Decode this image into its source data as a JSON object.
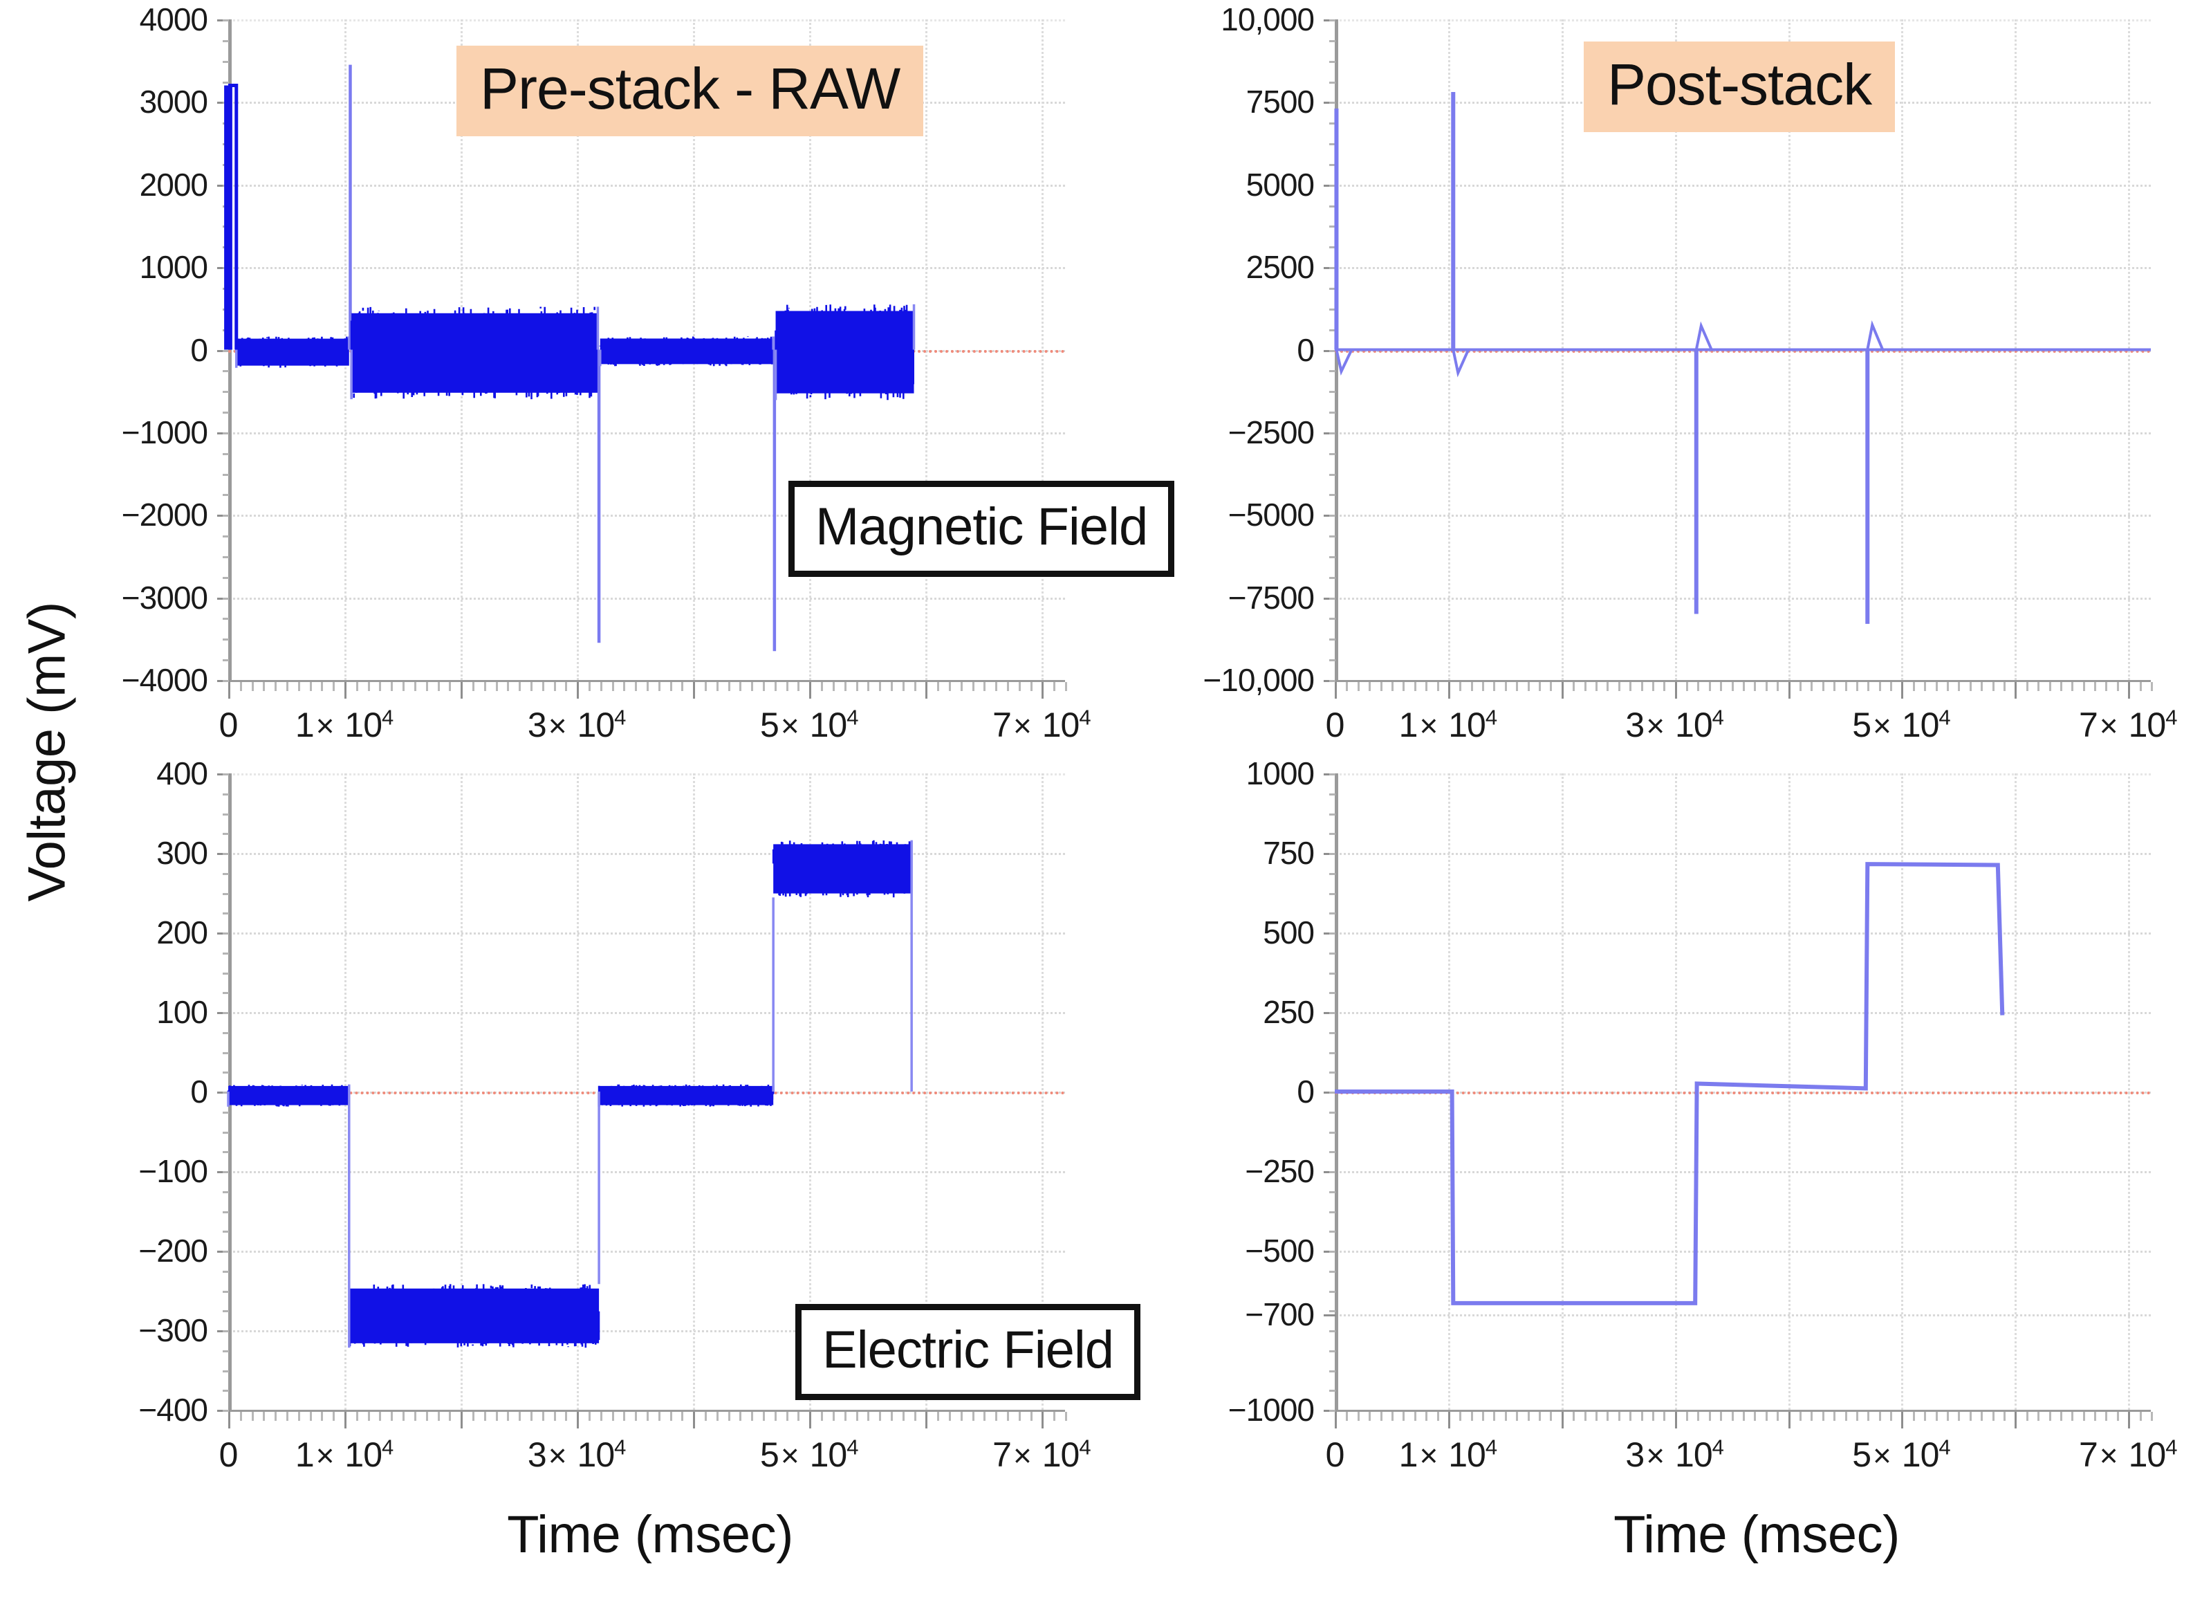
{
  "figure": {
    "ylabel": "Voltage (mV)",
    "xlabel_left": "Time (msec)",
    "xlabel_right": "Time (msec)",
    "accent_chip_color": "#FAD2B0",
    "trace_color_prestack": "#1111E6",
    "trace_color_poststack": "#7B7BEE",
    "zero_line_color": "#F08A7A"
  },
  "column_titles": {
    "left": "Pre-stack - RAW",
    "right": "Post-stack"
  },
  "row_labels": {
    "top": "Magnetic Field",
    "bottom": "Electric Field"
  },
  "xticks": {
    "values": [
      0,
      10000,
      20000,
      30000,
      40000,
      50000,
      60000,
      70000
    ],
    "labels": [
      "0",
      "",
      "1× 10⁴",
      "",
      "3× 10⁴",
      "",
      "5× 10⁴",
      "",
      "7× 10⁴"
    ],
    "labeled": [
      {
        "v": 0,
        "mantissa": "0",
        "show_exp": false
      },
      {
        "v": 10000,
        "mantissa": "1",
        "show_exp": true
      },
      {
        "v": 30000,
        "mantissa": "3",
        "show_exp": true
      },
      {
        "v": 50000,
        "mantissa": "5",
        "show_exp": true
      },
      {
        "v": 70000,
        "mantissa": "7",
        "show_exp": true
      }
    ],
    "exp_base": "10",
    "exp_power": "4",
    "mult_symbol": "×"
  },
  "chart_data": [
    {
      "id": "magnetic-prestack",
      "type": "line",
      "title": "Pre-stack - RAW",
      "annotation": "Magnetic Field",
      "xlabel": "Time (msec)",
      "ylabel": "Voltage (mV)",
      "xlim": [
        0,
        72000
      ],
      "ylim": [
        -4000,
        4000
      ],
      "ytick_labels": [
        "4000",
        "3000",
        "2000",
        "1000",
        "0",
        "-1000",
        "-2000",
        "-3000",
        "-4000"
      ],
      "ytick_values": [
        4000,
        3000,
        2000,
        1000,
        0,
        -1000,
        -2000,
        -3000,
        -4000
      ],
      "grid": true,
      "zero_reference": 0,
      "description": "Noisy raw magnetic-field trace with turn-on transient and three switching spikes",
      "segments": [
        {
          "x_start": 0,
          "x_end": 700,
          "mean": 1600,
          "band": 1700,
          "kind": "transient",
          "peak": 3200
        },
        {
          "x_start": 700,
          "x_end": 10400,
          "mean": -30,
          "band": 190,
          "kind": "noise"
        },
        {
          "x_start": 10400,
          "x_end": 10600,
          "mean": 0,
          "band": 0,
          "kind": "spike",
          "peak": 3450
        },
        {
          "x_start": 10600,
          "x_end": 31800,
          "mean": -40,
          "band": 560,
          "kind": "noise"
        },
        {
          "x_start": 31800,
          "x_end": 32000,
          "mean": 0,
          "band": 0,
          "kind": "spike",
          "peak": -3550
        },
        {
          "x_start": 32000,
          "x_end": 46900,
          "mean": -20,
          "band": 180,
          "kind": "noise"
        },
        {
          "x_start": 46900,
          "x_end": 47100,
          "mean": 0,
          "band": 0,
          "kind": "spike",
          "peak": -3650
        },
        {
          "x_start": 47100,
          "x_end": 59000,
          "mean": -30,
          "band": 580,
          "kind": "noise"
        }
      ]
    },
    {
      "id": "magnetic-poststack",
      "type": "line",
      "title": "Post-stack",
      "annotation": "Magnetic Field",
      "xlabel": "Time (msec)",
      "ylabel": "Voltage (mV)",
      "xlim": [
        0,
        72000
      ],
      "ylim": [
        -10000,
        10000
      ],
      "ytick_labels": [
        "10,000",
        "7500",
        "5000",
        "2500",
        "0",
        "-2500",
        "-5000",
        "-7500",
        "-10,000"
      ],
      "ytick_values": [
        10000,
        7500,
        5000,
        2500,
        0,
        -2500,
        -5000,
        -7500,
        -10000
      ],
      "grid": true,
      "zero_reference": 0,
      "description": "Stacked magnetic-field trace: flat baseline with four sharp transients",
      "events": [
        {
          "x": 150,
          "peak": 7300,
          "kind": "turn-on-spike"
        },
        {
          "x": 10450,
          "peak": 7800,
          "kind": "positive-spike"
        },
        {
          "x": 31900,
          "peak": -8000,
          "kind": "negative-spike"
        },
        {
          "x": 47000,
          "peak": -8300,
          "kind": "negative-spike"
        }
      ],
      "baseline": 0
    },
    {
      "id": "electric-prestack",
      "type": "line",
      "title": "Pre-stack - RAW",
      "annotation": "Electric Field",
      "xlabel": "Time (msec)",
      "ylabel": "Voltage (mV)",
      "xlim": [
        0,
        72000
      ],
      "ylim": [
        -400,
        400
      ],
      "ytick_labels": [
        "400",
        "300",
        "200",
        "100",
        "0",
        "-100",
        "-200",
        "-300",
        "-400"
      ],
      "ytick_values": [
        400,
        300,
        200,
        100,
        0,
        -100,
        -200,
        -300,
        -400
      ],
      "grid": true,
      "zero_reference": 0,
      "description": "Noisy raw electric-field square wave",
      "segments": [
        {
          "x_start": 0,
          "x_end": 10400,
          "mean": -5,
          "band": 14,
          "kind": "noise"
        },
        {
          "x_start": 10400,
          "x_end": 31900,
          "mean": -282,
          "band": 40,
          "kind": "noise"
        },
        {
          "x_start": 31900,
          "x_end": 46900,
          "mean": -5,
          "band": 14,
          "kind": "noise"
        },
        {
          "x_start": 46900,
          "x_end": 58800,
          "mean": 280,
          "band": 36,
          "kind": "noise"
        }
      ],
      "levels": {
        "high": 280,
        "low": -282,
        "zero": -5
      }
    },
    {
      "id": "electric-poststack",
      "type": "line",
      "title": "Post-stack",
      "annotation": "Electric Field",
      "xlabel": "Time (msec)",
      "ylabel": "Voltage (mV)",
      "xlim": [
        0,
        72000
      ],
      "ylim": [
        -1000,
        1000
      ],
      "ytick_labels": [
        "1000",
        "750",
        "500",
        "250",
        "0",
        "-250",
        "-500",
        "-700",
        "-1000"
      ],
      "ytick_values": [
        1000,
        750,
        500,
        250,
        0,
        -250,
        -500,
        -700,
        -1000
      ],
      "grid": true,
      "zero_reference": 0,
      "description": "Stacked electric-field trace: clean bipolar square wave",
      "waveform": [
        {
          "x": 0,
          "y": 0
        },
        {
          "x": 10350,
          "y": 0
        },
        {
          "x": 10450,
          "y": -665
        },
        {
          "x": 31800,
          "y": -665
        },
        {
          "x": 31950,
          "y": 25
        },
        {
          "x": 46850,
          "y": 10
        },
        {
          "x": 47000,
          "y": 715
        },
        {
          "x": 58500,
          "y": 712
        },
        {
          "x": 58900,
          "y": 240
        }
      ]
    }
  ]
}
